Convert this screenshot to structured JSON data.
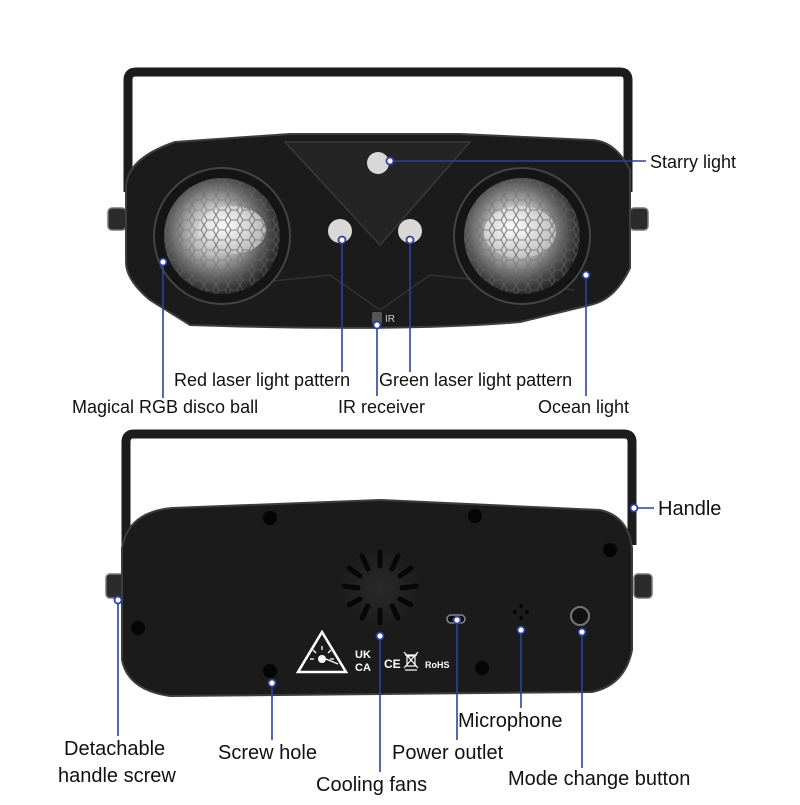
{
  "front_labels": {
    "starry_light": "Starry light",
    "red_laser": "Red laser light pattern",
    "green_laser": "Green laser light pattern",
    "disco_ball": "Magical RGB disco ball",
    "ir_receiver": "IR receiver",
    "ocean_light": "Ocean light",
    "ir_mark": "IR"
  },
  "back_labels": {
    "handle": "Handle",
    "microphone": "Microphone",
    "handle_screw_line1": "Detachable",
    "handle_screw_line2": "handle screw",
    "screw_hole": "Screw hole",
    "power_outlet": "Power outlet",
    "cooling_fans": "Cooling fans",
    "mode_button": "Mode change button"
  },
  "cert_marks": {
    "ukca_line1": "UK",
    "ukca_line2": "CA",
    "ce": "CE",
    "rohs": "RoHS"
  },
  "colors": {
    "body": "#1a1a1a",
    "body_edge": "#3a3a3a",
    "callout_line": "#2b3fa6",
    "dot": "#ffffff"
  }
}
